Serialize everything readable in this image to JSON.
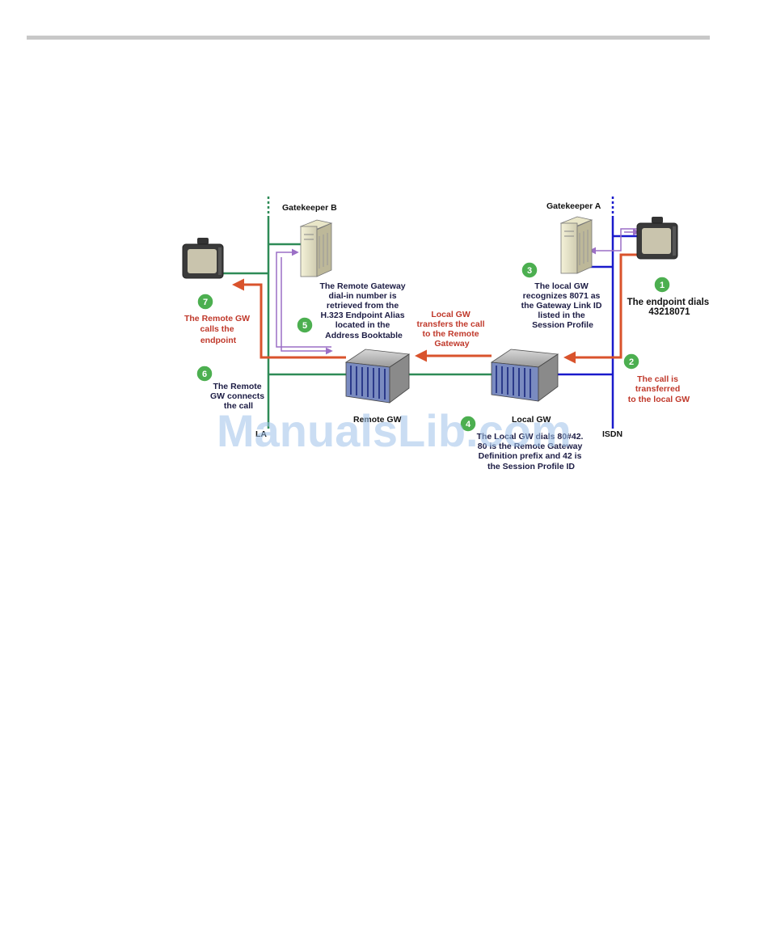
{
  "labels": {
    "gatekeeper_b": "Gatekeeper B",
    "gatekeeper_a": "Gatekeeper A",
    "remote_gw": "Remote GW",
    "local_gw": "Local GW",
    "isdn": "ISDN",
    "lan": "LA"
  },
  "steps": [
    {
      "num": "1",
      "lines": [
        "The endpoint dials",
        "43218071"
      ]
    },
    {
      "num": "2",
      "lines": [
        "The call is",
        "transferred",
        "to the local GW"
      ]
    },
    {
      "num": "3",
      "lines": [
        "The local GW",
        "recognizes 8071 as",
        "the Gateway Link ID",
        "listed in the",
        "Session Profile"
      ]
    },
    {
      "num": "4",
      "lines": [
        "The Local GW dials 80#42.",
        "80 is the Remote Gateway",
        "Definition prefix and 42 is",
        "the Session Profile ID"
      ]
    },
    {
      "num": "5",
      "lines": [
        "The Remote Gateway",
        "dial-in number is",
        "retrieved from the",
        "H.323 Endpoint Alias",
        "located in the",
        "Address Booktable"
      ]
    },
    {
      "num": "6",
      "lines": [
        "The Remote",
        "GW connects",
        "the call"
      ]
    },
    {
      "num": "7",
      "lines": [
        "The Remote GW",
        "calls the",
        "endpoint"
      ]
    }
  ],
  "arrow_label": [
    "Local GW",
    "transfers the call",
    "to the Remote",
    "Gateway"
  ],
  "watermark": "ManualsLib.com",
  "colors": {
    "lan_line": "#2e8b57",
    "isdn_line": "#1a1acc",
    "call_path": "#d9532c",
    "query_path": "#9b6fc6",
    "badge": "#4caf50",
    "rule": "#c8c8c8"
  }
}
